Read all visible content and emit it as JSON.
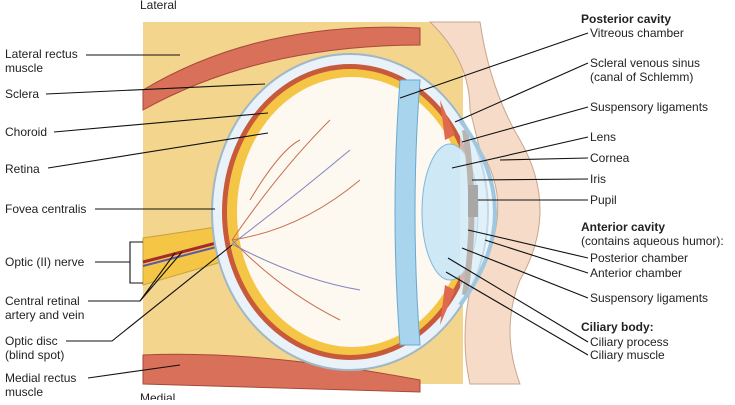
{
  "orientation": {
    "top": "Lateral",
    "bottom": "Medial"
  },
  "left_labels": {
    "lateral_rectus": [
      "Lateral rectus",
      "muscle"
    ],
    "sclera": "Sclera",
    "choroid": "Choroid",
    "retina": "Retina",
    "fovea": "Fovea centralis",
    "optic_nerve": "Optic (II) nerve",
    "central_retinal": [
      "Central retinal",
      "artery and vein"
    ],
    "optic_disc": [
      "Optic disc",
      "(blind spot)"
    ],
    "medial_rectus": [
      "Medial rectus",
      "muscle"
    ]
  },
  "right_labels": {
    "posterior_cavity": "Posterior cavity",
    "vitreous": "Vitreous chamber",
    "scleral_sinus": [
      "Scleral venous sinus",
      "(canal of Schlemm)"
    ],
    "suspensory_1": "Suspensory ligaments",
    "lens": "Lens",
    "cornea": "Cornea",
    "iris": "Iris",
    "pupil": "Pupil",
    "anterior_cavity": "Anterior cavity",
    "aqueous": "(contains aqueous humor):",
    "posterior_chamber": "Posterior chamber",
    "anterior_chamber": "Anterior chamber",
    "suspensory_2": "Suspensory ligaments",
    "ciliary_body": "Ciliary body:",
    "ciliary_process": "Ciliary process",
    "ciliary_muscle": "Ciliary muscle"
  },
  "colors": {
    "fat": "#f4d58d",
    "muscle": "#d9705a",
    "sclera": "#e8f2f8",
    "choroid": "#c85a3c",
    "retina": "#f5c645",
    "vitreous": "#fdf8f0",
    "lens": "#cfe8f6",
    "iris": "#8b5a3c"
  }
}
